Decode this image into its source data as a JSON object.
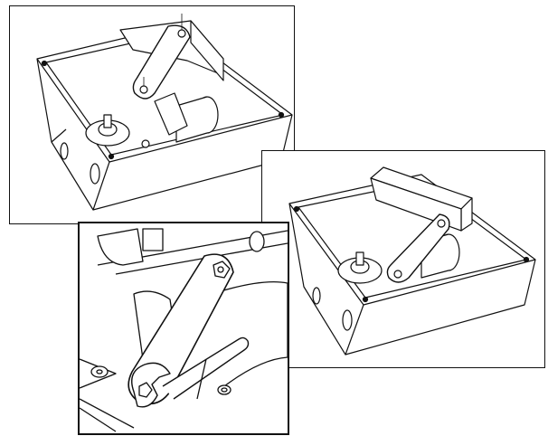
{
  "figure": {
    "panels": [
      {
        "id": "a",
        "subject": "gate-operator-box-arm-removed"
      },
      {
        "id": "b",
        "subject": "gate-operator-box-arm-installed"
      },
      {
        "id": "c",
        "subject": "detail-wrench-tightening-arm-bolt"
      }
    ]
  },
  "colors": {
    "line": "#111111",
    "background": "#ffffff",
    "shade": "#d9d9d9"
  }
}
